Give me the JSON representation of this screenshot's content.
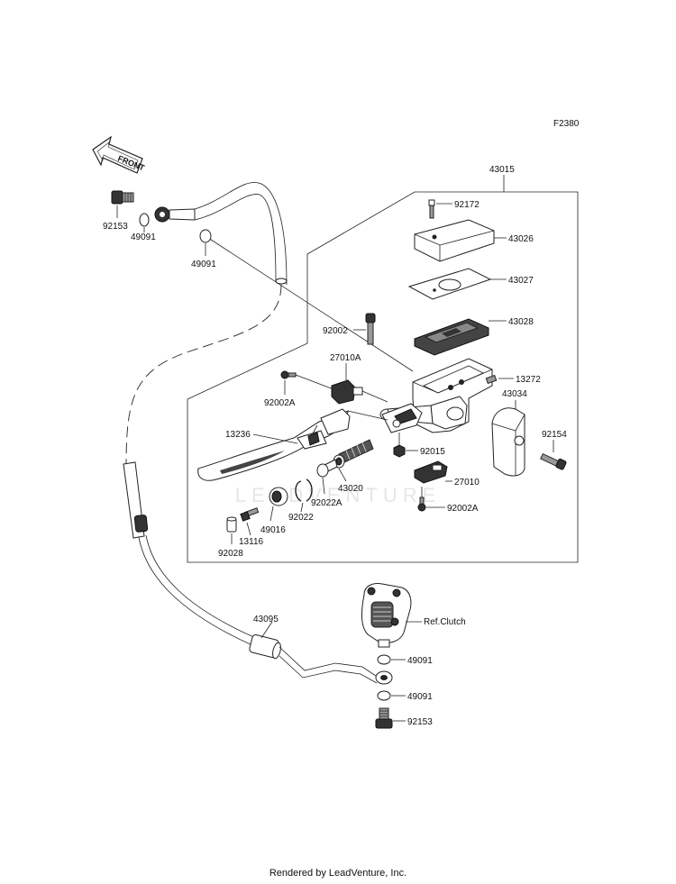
{
  "figure_code": "F2380",
  "front_arrow": "FRONT",
  "watermark": "LEADVENTURE",
  "footer": "Rendered by LeadVenture, Inc.",
  "labels": {
    "p43015": "43015",
    "p92172": "92172",
    "p43026": "43026",
    "p43027": "43027",
    "p43028": "43028",
    "p92002": "92002",
    "p27010A": "27010A",
    "p92002A_top": "92002A",
    "p13272": "13272",
    "p43034": "43034",
    "p92154": "92154",
    "p13236": "13236",
    "p92015": "92015",
    "p27010": "27010",
    "p43020": "43020",
    "p92022A": "92022A",
    "p92022": "92022",
    "p49016": "49016",
    "p13116": "13116",
    "p92028": "92028",
    "p92002A_bottom": "92002A",
    "p92153_top": "92153",
    "p49091_a": "49091",
    "p49091_b": "49091",
    "p43095": "43095",
    "ref_clutch": "Ref.Clutch",
    "p49091_c": "49091",
    "p49091_d": "49091",
    "p92153_bottom": "92153"
  },
  "colors": {
    "line": "#222222",
    "fill_dark": "#333333",
    "fill_mid": "#999999",
    "watermark": "#e6e6e6"
  }
}
